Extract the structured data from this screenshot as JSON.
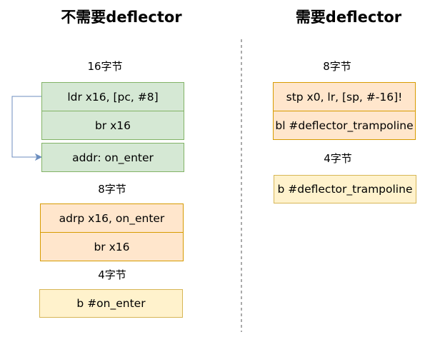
{
  "left": {
    "title": "不需要deflector",
    "groups": [
      {
        "size": "16字节",
        "instructions": [
          "ldr x16, [pc, #8]",
          "br x16",
          "addr: on_enter"
        ]
      },
      {
        "size": "8字节",
        "instructions": [
          "adrp x16, on_enter",
          "br x16"
        ]
      },
      {
        "size": "4字节",
        "instructions": [
          "b #on_enter"
        ]
      }
    ]
  },
  "right": {
    "title": "需要deflector",
    "groups": [
      {
        "size": "8字节",
        "instructions": [
          "stp x0, lr, [sp, #-16]!",
          "bl #deflector_trampoline"
        ]
      },
      {
        "size": "4字节",
        "instructions": [
          "b #deflector_trampoline"
        ]
      }
    ]
  },
  "colors": {
    "green_fill": "#d5e8d4",
    "green_stroke": "#82b366",
    "orange_fill": "#ffe6cc",
    "orange_stroke": "#d79b00",
    "yellow_fill": "#fff2cc",
    "yellow_stroke": "#d6b656",
    "arrow": "#6c8ebf",
    "divider": "#555555"
  }
}
